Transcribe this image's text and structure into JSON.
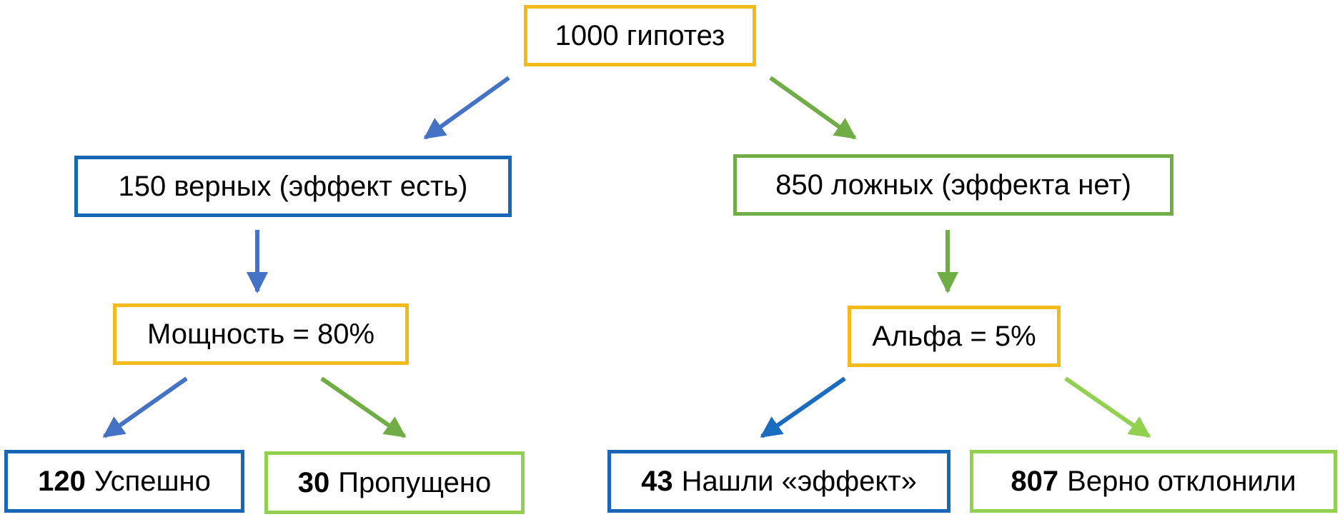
{
  "nodes": {
    "root": {
      "text": "1000 гипотез"
    },
    "true": {
      "text": "150 верных (эффект есть)"
    },
    "false": {
      "text": "850 ложных (эффекта нет)"
    },
    "power": {
      "text": "Мощность = 80%"
    },
    "alpha": {
      "text": "Альфа = 5%"
    },
    "tp": {
      "count": "120",
      "label": "Успешно"
    },
    "fn": {
      "count": "30",
      "label": "Пропущено"
    },
    "fp": {
      "count": "43",
      "label": "Нашли «эффект»"
    },
    "tn": {
      "count": "807",
      "label": "Верно отклонили"
    }
  },
  "colors": {
    "yellow": "#f2bb1b",
    "blue": "#1867b6",
    "green": "#70ad47",
    "light_green": "#92d050",
    "arrow_blue": "#4472c4",
    "arrow_dark_blue": "#1a6cc0",
    "arrow_green": "#70ad47",
    "arrow_light_green": "#92d050"
  }
}
